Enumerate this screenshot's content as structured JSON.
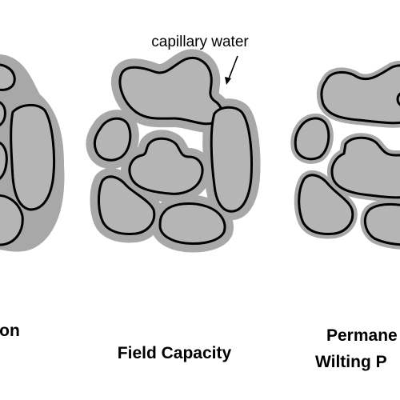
{
  "annotation": {
    "text": "capillary water"
  },
  "panels": [
    {
      "label_lines": [
        "on"
      ]
    },
    {
      "label_lines": [
        "Field Capacity"
      ]
    },
    {
      "label_lines": [
        "Permane",
        "Wilting P"
      ]
    }
  ],
  "colors": {
    "particle_fill": "#b5b5b5",
    "particle_stroke": "#000000",
    "water_film": "#a8a8a8",
    "pore_space": "#ffffff",
    "background": "#ffffff",
    "text": "#000000"
  }
}
